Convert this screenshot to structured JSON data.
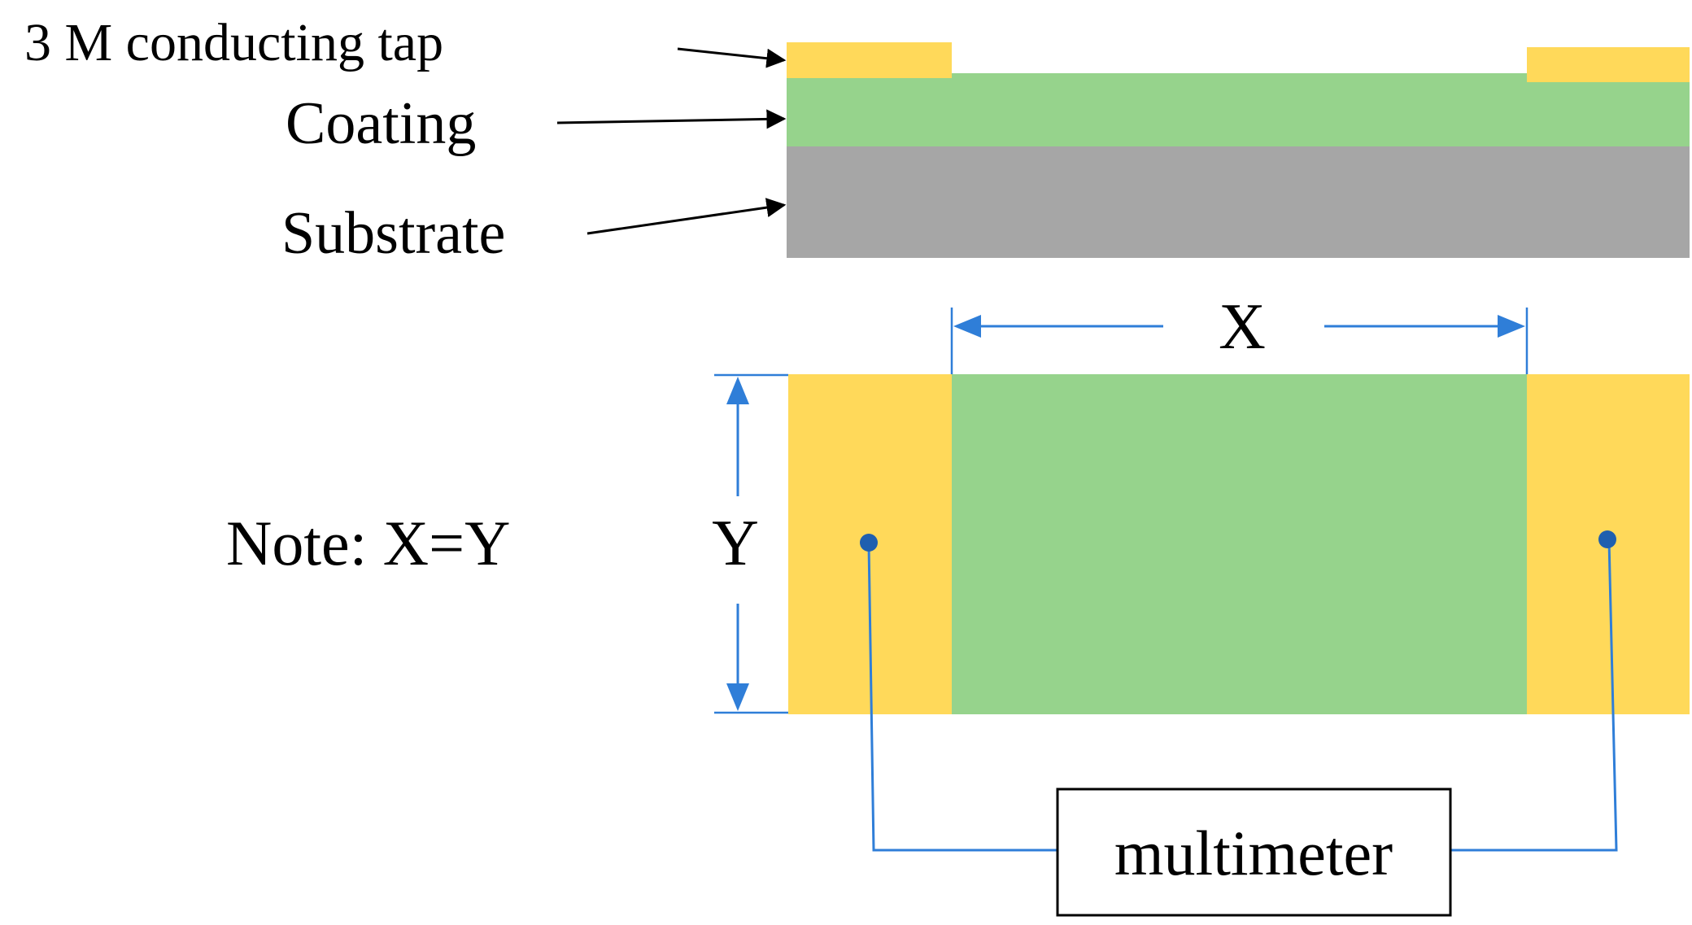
{
  "cross_section": {
    "tape_label": "3 M conducting tap",
    "coating_label": "Coating",
    "substrate_label": "Substrate"
  },
  "top_view": {
    "x_dimension": "X",
    "y_dimension": "Y",
    "note": "Note: X=Y",
    "meter_label": "multimeter"
  },
  "colors": {
    "tape": "#FFD95A",
    "coating": "#96D38C",
    "substrate": "#A6A6A6",
    "dimension": "#2F7ED8",
    "wire": "#2F7ED8",
    "probe": "#1F5FAF",
    "text": "#000000"
  }
}
